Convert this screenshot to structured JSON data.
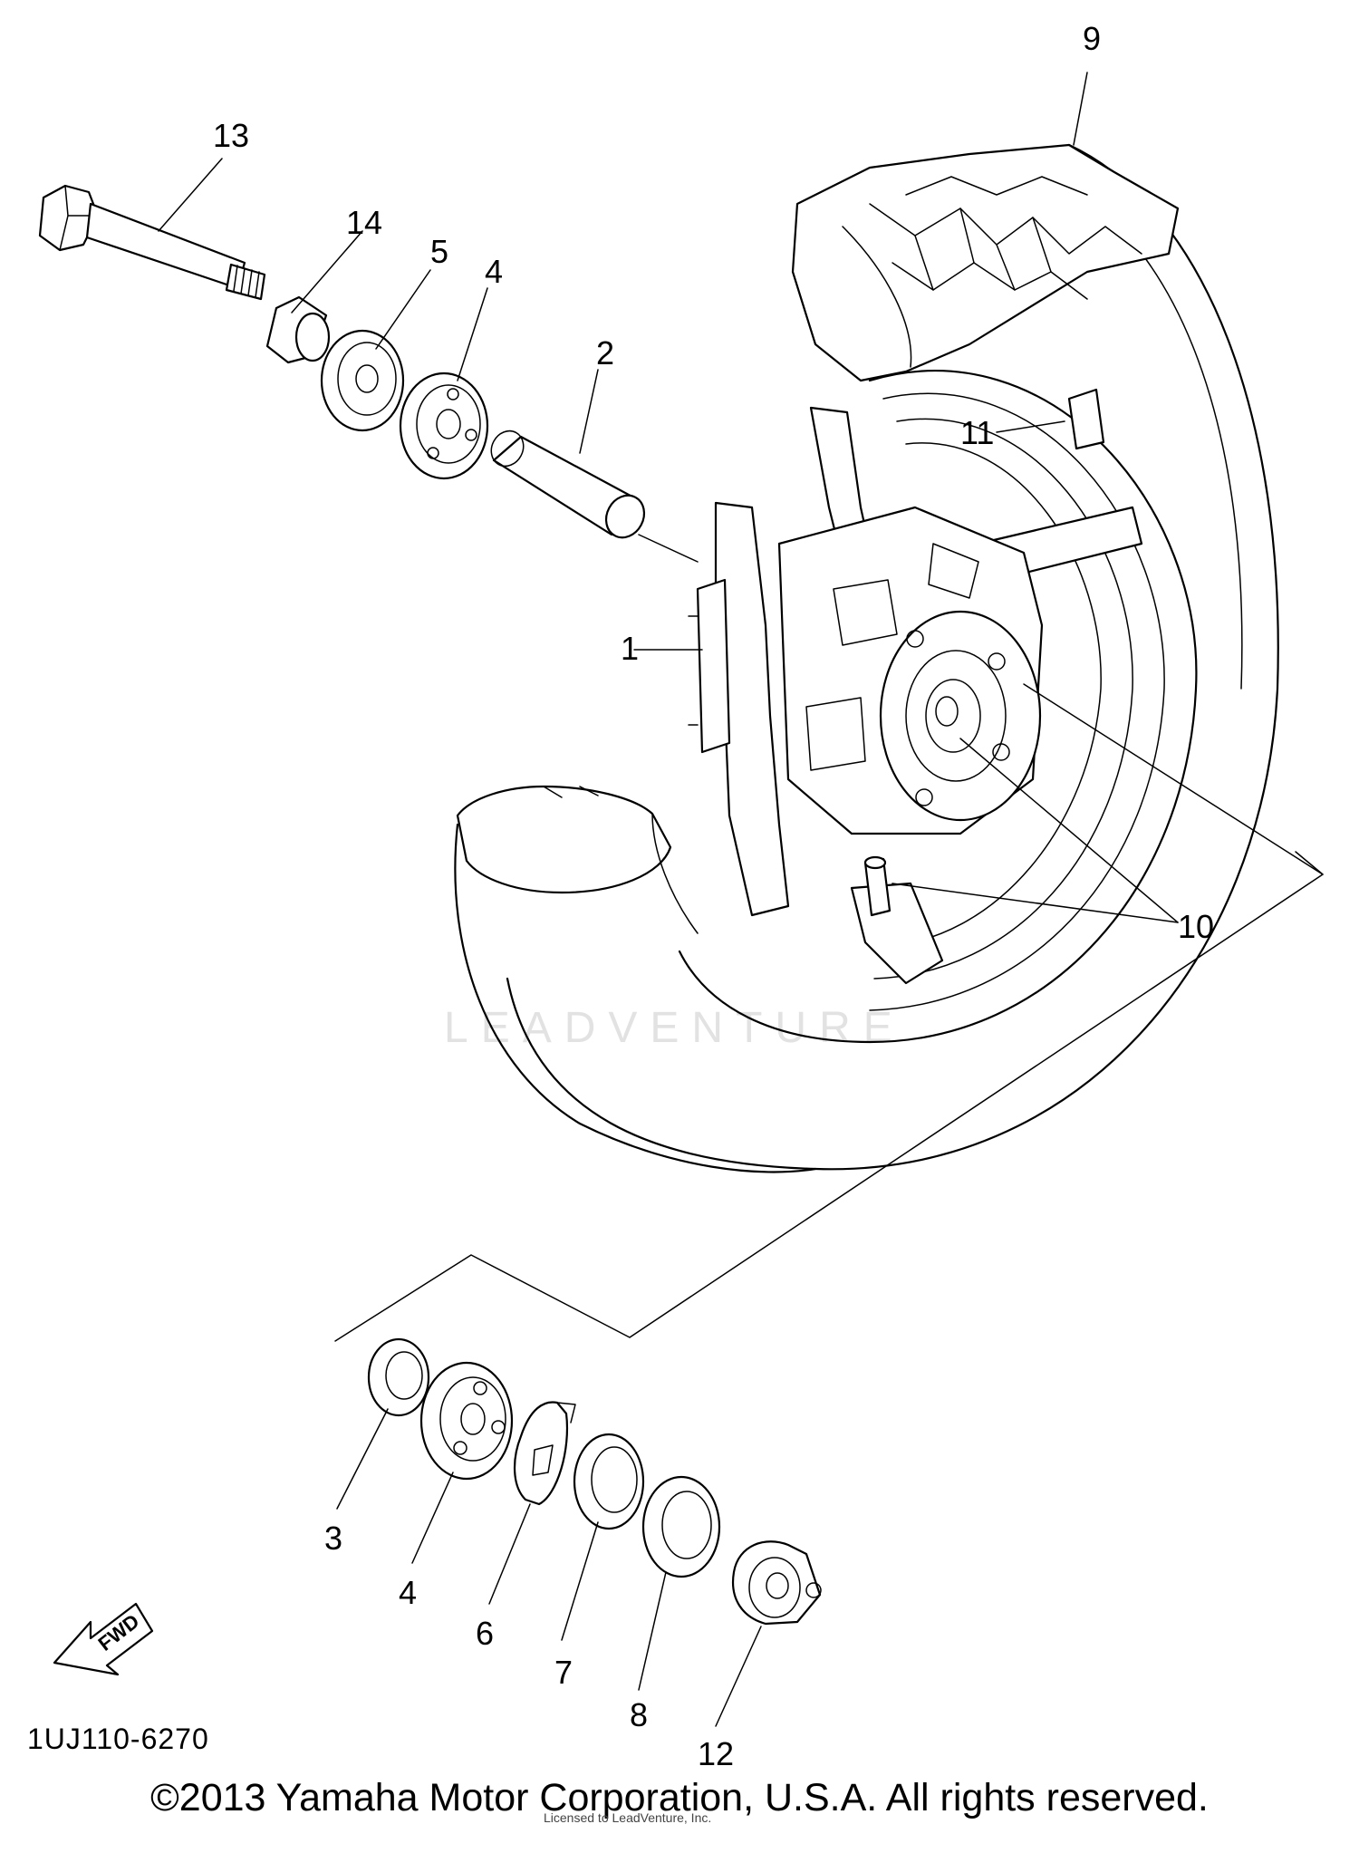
{
  "diagram": {
    "callouts": [
      "1",
      "2",
      "3",
      "4",
      "4",
      "5",
      "6",
      "7",
      "8",
      "9",
      "10",
      "11",
      "12",
      "13",
      "14"
    ],
    "part_code": "1UJ110-6270",
    "fwd_label": "FWD",
    "watermark": "LEADVENTURE",
    "copyright": "©2013 Yamaha Motor Corporation, U.S.A. All rights reserved.",
    "licensed_note": "Licensed to LeadVenture, Inc."
  }
}
